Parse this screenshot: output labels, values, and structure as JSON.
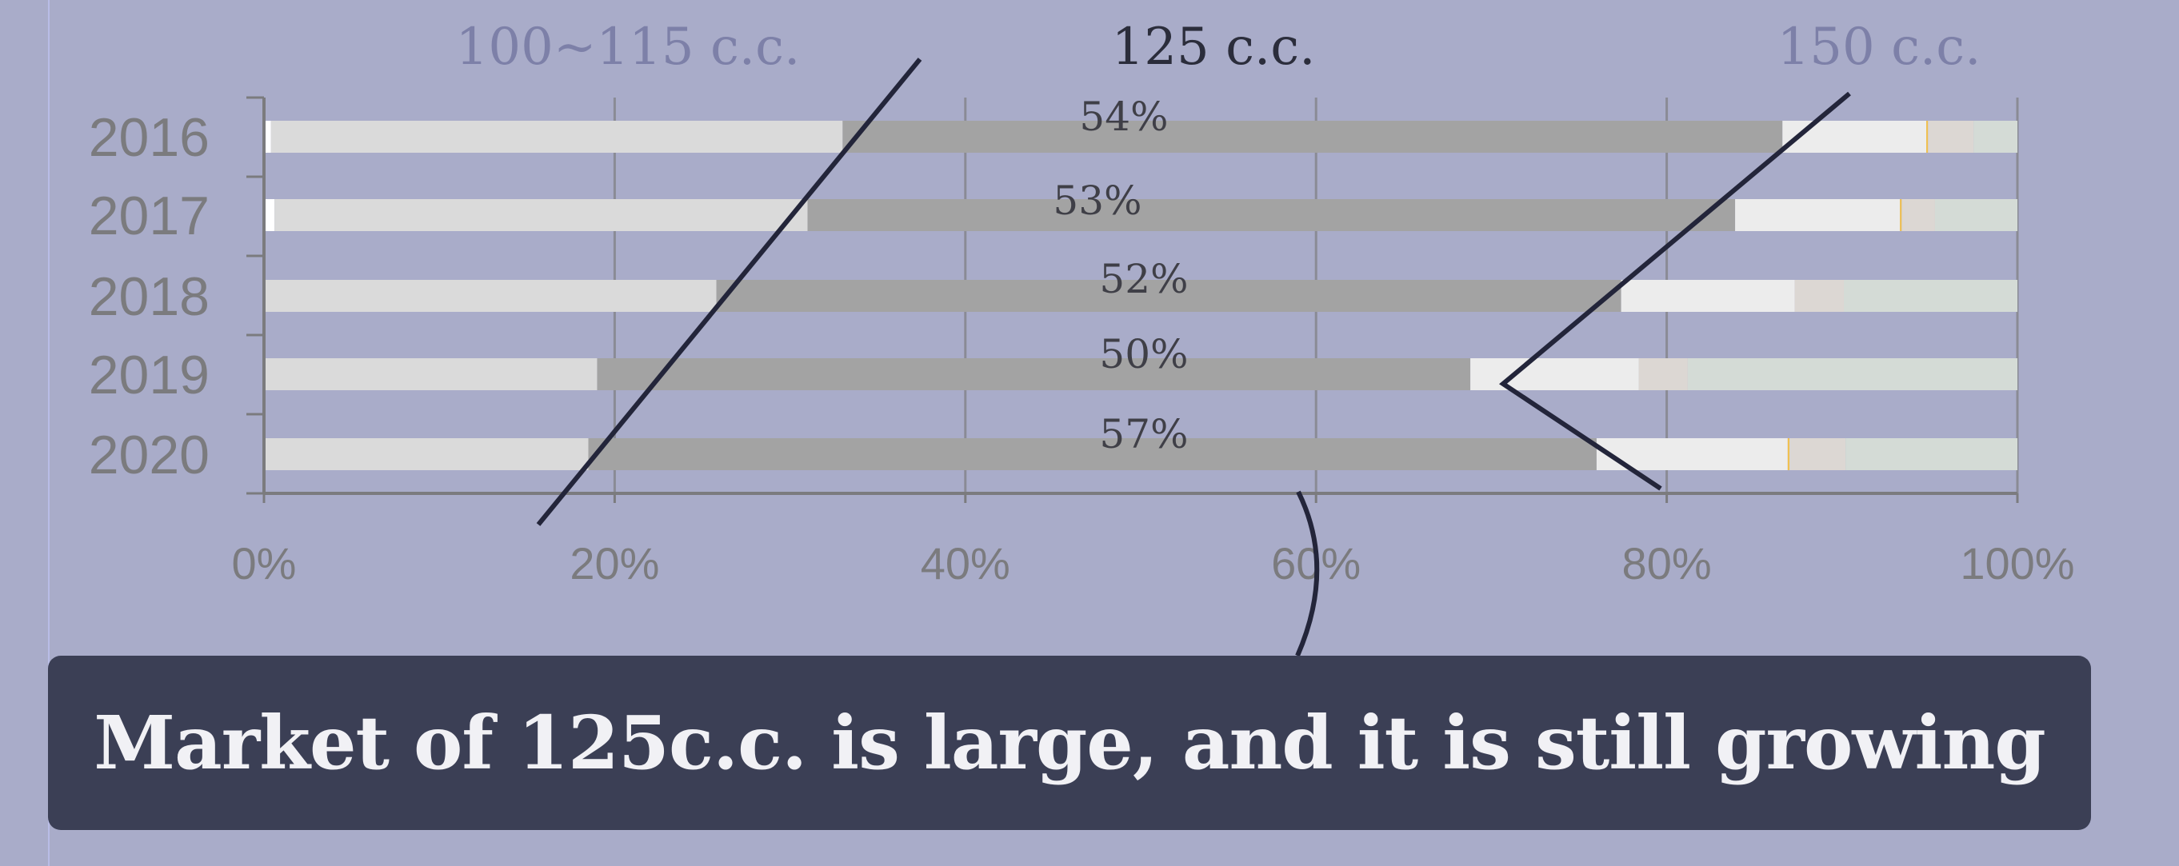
{
  "chart_data": {
    "type": "bar",
    "orientation": "horizontal",
    "stacked": true,
    "percent": true,
    "categories": [
      "2016",
      "2017",
      "2018",
      "2019",
      "2020"
    ],
    "series": [
      {
        "name": "",
        "color": "#ffffff",
        "values": [
          0.4,
          0.6,
          0,
          0,
          0
        ]
      },
      {
        "name": "",
        "color": "#dadada",
        "values": [
          32.6,
          30.4,
          25.8,
          19,
          18.5
        ]
      },
      {
        "name": "",
        "color": "#a3a3a3",
        "values": [
          53.6,
          52.9,
          51.6,
          49.8,
          57.5
        ]
      },
      {
        "name": "",
        "color": "#ececec",
        "values": [
          8.2,
          9.4,
          9.9,
          9.6,
          10.9
        ]
      },
      {
        "name": "",
        "color": "#f0c050",
        "values": [
          0.1,
          0.1,
          0,
          0,
          0.1
        ]
      },
      {
        "name": "",
        "color": "#dcd7d3",
        "values": [
          2.6,
          1.9,
          2.8,
          2.8,
          3.2
        ]
      },
      {
        "name": "",
        "color": "#d4dbd6",
        "values": [
          2.5,
          4.7,
          9.9,
          18.8,
          9.8
        ]
      }
    ],
    "data_labels": [
      "54%",
      "53%",
      "52%",
      "50%",
      "57%"
    ],
    "group_labels": [
      "100~115 c.c.",
      "125 c.c.",
      "150 c.c."
    ],
    "xticks": [
      "0%",
      "20%",
      "40%",
      "60%",
      "80%",
      "100%"
    ],
    "xlim": [
      0,
      100
    ],
    "grid": true,
    "title": "",
    "xlabel": "",
    "ylabel": ""
  },
  "colors": {
    "background": "#a9acc9",
    "axis": "#7b7b7e",
    "group_label_side": "#7d80a8",
    "group_label_center": "#2b2d3b",
    "annotation_line": "#23253a",
    "banner": "#3b3f55"
  },
  "banner": {
    "text": "Market of 125c.c. is large, and it is still growing"
  }
}
